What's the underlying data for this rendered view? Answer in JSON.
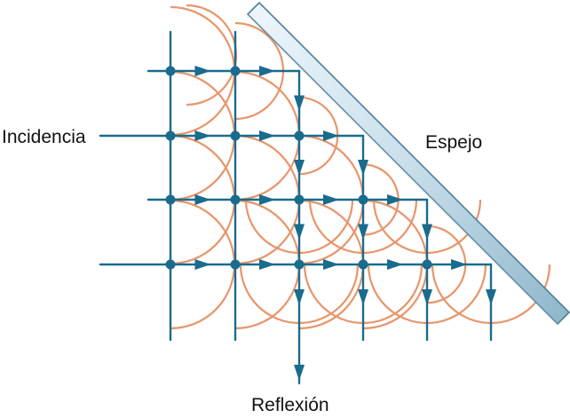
{
  "labels": {
    "incidence": "Incidencia",
    "mirror": "Espejo",
    "reflection": "Reflexión"
  },
  "colors": {
    "ray": "#1a6b8e",
    "wavelet": "#e8956a",
    "mirror_light": "#eef6fb",
    "mirror_dark": "#8fb6ca",
    "mirror_edge": "#4f7f99",
    "text": "#111111"
  }
}
